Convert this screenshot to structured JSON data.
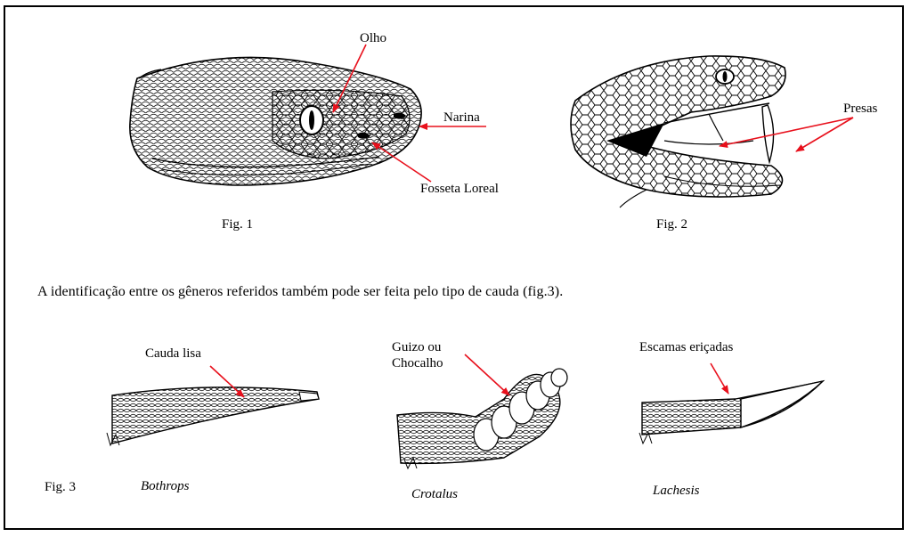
{
  "labels": {
    "olho": "Olho",
    "narina": "Narina",
    "fosseta": "Fosseta Loreal",
    "presas": "Presas",
    "fig1": "Fig. 1",
    "fig2": "Fig. 2",
    "cauda_lisa": "Cauda lisa",
    "guizo_line1": "Guizo ou",
    "guizo_line2": "Chocalho",
    "escamas": "Escamas eriçadas",
    "fig3": "Fig. 3"
  },
  "sentence": "A identificação entre os gêneros referidos também pode ser feita pelo tipo de cauda (fig.3).",
  "genera": {
    "bothrops": "Bothrops",
    "crotalus": "Crotalus",
    "lachesis": "Lachesis"
  },
  "colors": {
    "arrow": "#e8101c",
    "ink": "#000000"
  }
}
